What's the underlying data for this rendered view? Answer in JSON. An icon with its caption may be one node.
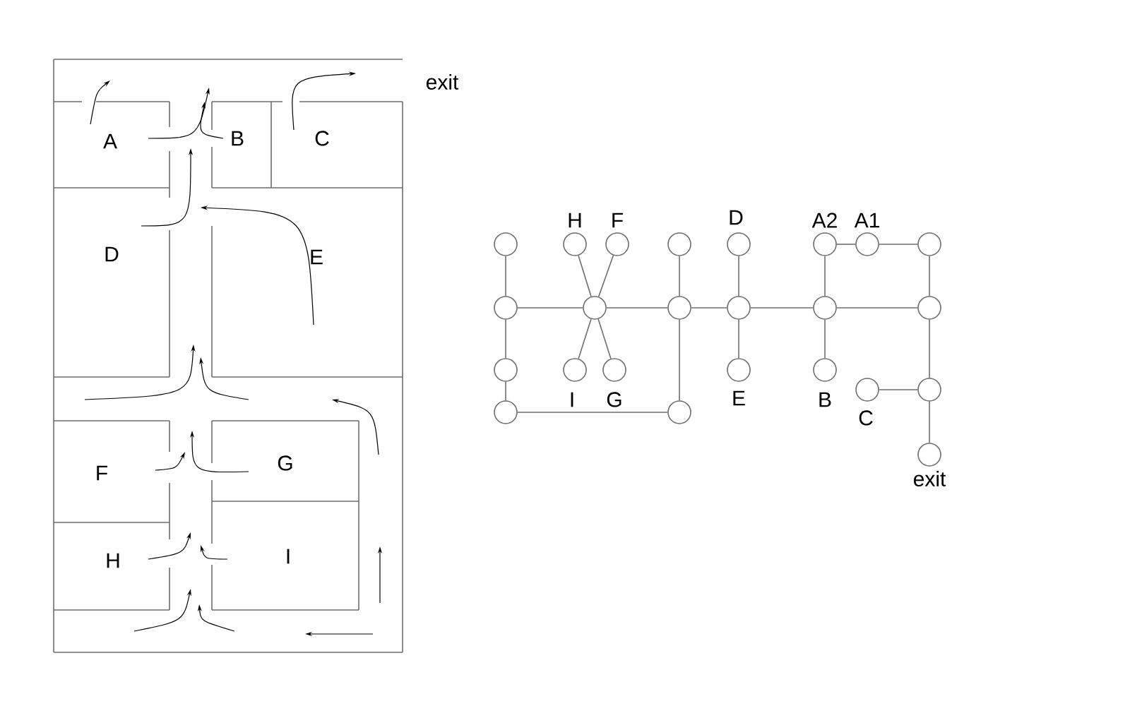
{
  "diagram": {
    "nodes": [
      {
        "text": [],
        "shape": "circle"
      },
      {
        "text": [],
        "shape": "circle",
        "beside": [
          "H"
        ]
      },
      {
        "text": [],
        "shape": "circle",
        "beside": [
          "F"
        ]
      },
      {
        "text": [],
        "shape": "circle"
      },
      {
        "text": [],
        "shape": "circle",
        "beside": [
          "D"
        ]
      },
      {
        "text": [],
        "shape": "circle",
        "beside": [
          "A2"
        ]
      },
      {
        "text": [],
        "shape": "circle",
        "beside": [
          "A1"
        ]
      },
      {
        "text": [],
        "shape": "circle"
      },
      {
        "text": [],
        "shape": "circle"
      },
      {
        "text": [],
        "shape": "circle"
      },
      {
        "text": [],
        "shape": "circle"
      },
      {
        "text": [],
        "shape": "circle"
      },
      {
        "text": [],
        "shape": "circle"
      },
      {
        "text": [],
        "shape": "circle"
      },
      {
        "text": [],
        "shape": "circle"
      },
      {
        "text": [],
        "shape": "circle",
        "beside": [
          "I"
        ]
      },
      {
        "text": [],
        "shape": "circle",
        "beside": [
          "G"
        ]
      },
      {
        "text": [],
        "shape": "circle",
        "beside": [
          "E"
        ]
      },
      {
        "text": [],
        "shape": "circle",
        "beside": [
          "B"
        ]
      },
      {
        "text": [],
        "shape": "circle",
        "beside": [
          "C"
        ]
      },
      {
        "text": [],
        "shape": "circle"
      },
      {
        "text": [],
        "shape": "circle"
      },
      {
        "text": [],
        "shape": "circle"
      },
      {
        "text": [],
        "shape": "circle",
        "beside": [
          "exit"
        ]
      }
    ],
    "edges": [
      {
        "from": 0,
        "to": 8,
        "arrow": "none"
      },
      {
        "from": 8,
        "to": 14,
        "arrow": "none"
      },
      {
        "from": 14,
        "to": 21,
        "arrow": "none"
      },
      {
        "from": 21,
        "to": 22,
        "arrow": "none"
      },
      {
        "from": 8,
        "to": 9,
        "arrow": "none"
      },
      {
        "from": 9,
        "to": 10,
        "arrow": "none"
      },
      {
        "from": 1,
        "to": 9,
        "arrow": "none"
      },
      {
        "from": 2,
        "to": 9,
        "arrow": "none"
      },
      {
        "from": 9,
        "to": 15,
        "arrow": "none"
      },
      {
        "from": 9,
        "to": 16,
        "arrow": "none"
      },
      {
        "from": 3,
        "to": 10,
        "arrow": "none"
      },
      {
        "from": 10,
        "to": 22,
        "arrow": "none"
      },
      {
        "from": 10,
        "to": 11,
        "arrow": "none"
      },
      {
        "from": 4,
        "to": 11,
        "arrow": "none"
      },
      {
        "from": 11,
        "to": 17,
        "arrow": "none"
      },
      {
        "from": 11,
        "to": 12,
        "arrow": "none"
      },
      {
        "from": 5,
        "to": 12,
        "arrow": "none"
      },
      {
        "from": 12,
        "to": 18,
        "arrow": "none"
      },
      {
        "from": 5,
        "to": 6,
        "arrow": "none"
      },
      {
        "from": 6,
        "to": 7,
        "arrow": "none"
      },
      {
        "from": 7,
        "to": 13,
        "arrow": "none"
      },
      {
        "from": 12,
        "to": 13,
        "arrow": "none"
      },
      {
        "from": 13,
        "to": 20,
        "arrow": "none"
      },
      {
        "from": 19,
        "to": 20,
        "arrow": "none"
      },
      {
        "from": 20,
        "to": 23,
        "arrow": "none"
      }
    ],
    "labels": [
      "exit",
      "A",
      "B",
      "C",
      "D",
      "E",
      "F",
      "G",
      "H",
      "I"
    ]
  }
}
